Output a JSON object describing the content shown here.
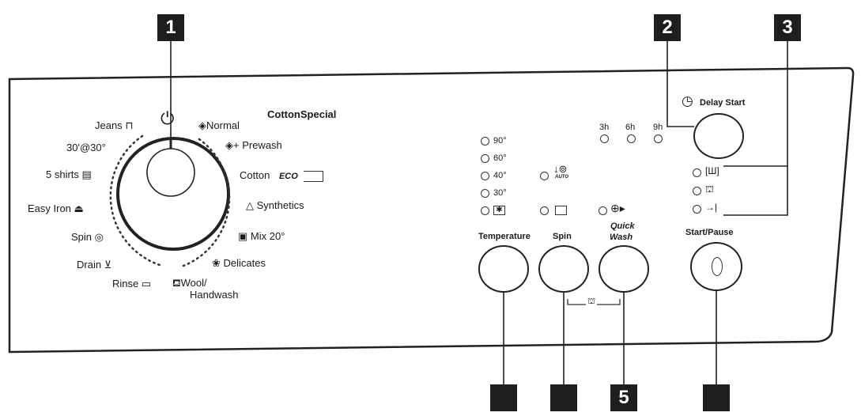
{
  "callouts": {
    "c1": "1",
    "c2": "2",
    "c3": "3",
    "c5": "5",
    "c_temp": "",
    "c_spin": "",
    "c_start": ""
  },
  "brand_program": "CottonSpecial",
  "dial": {
    "power_symbol": "⏻",
    "programs_right": {
      "normal": "Normal",
      "prewash": "+ Prewash",
      "cotton": "Cotton",
      "eco": "ECO",
      "synthetics": "Synthetics",
      "mix20": "Mix 20°",
      "delicates": "Delicates",
      "wool_line1": "Wool/",
      "wool_line2": "Handwash"
    },
    "programs_left": {
      "jeans": "Jeans",
      "quick30": "30'@30°",
      "shirts": "5 shirts",
      "easy_iron": "Easy Iron",
      "spin": "Spin",
      "drain": "Drain",
      "rinse": "Rinse"
    }
  },
  "temperature": {
    "t90": "90°",
    "t60": "60°",
    "t40": "40°",
    "t30": "30°",
    "cold": "✱"
  },
  "delay": {
    "h3": "3h",
    "h6": "6h",
    "h9": "9h",
    "label": "Delay Start"
  },
  "buttons": {
    "temperature": "Temperature",
    "spin": "Spin",
    "quick_line1": "Quick",
    "quick_line2": "Wash",
    "start_pause": "Start/Pause"
  },
  "spin_auto_label": "AUTO",
  "icons": {
    "power": "power-icon",
    "delay_clock": "clock-icon",
    "child_lock": "child-lock-icon"
  }
}
